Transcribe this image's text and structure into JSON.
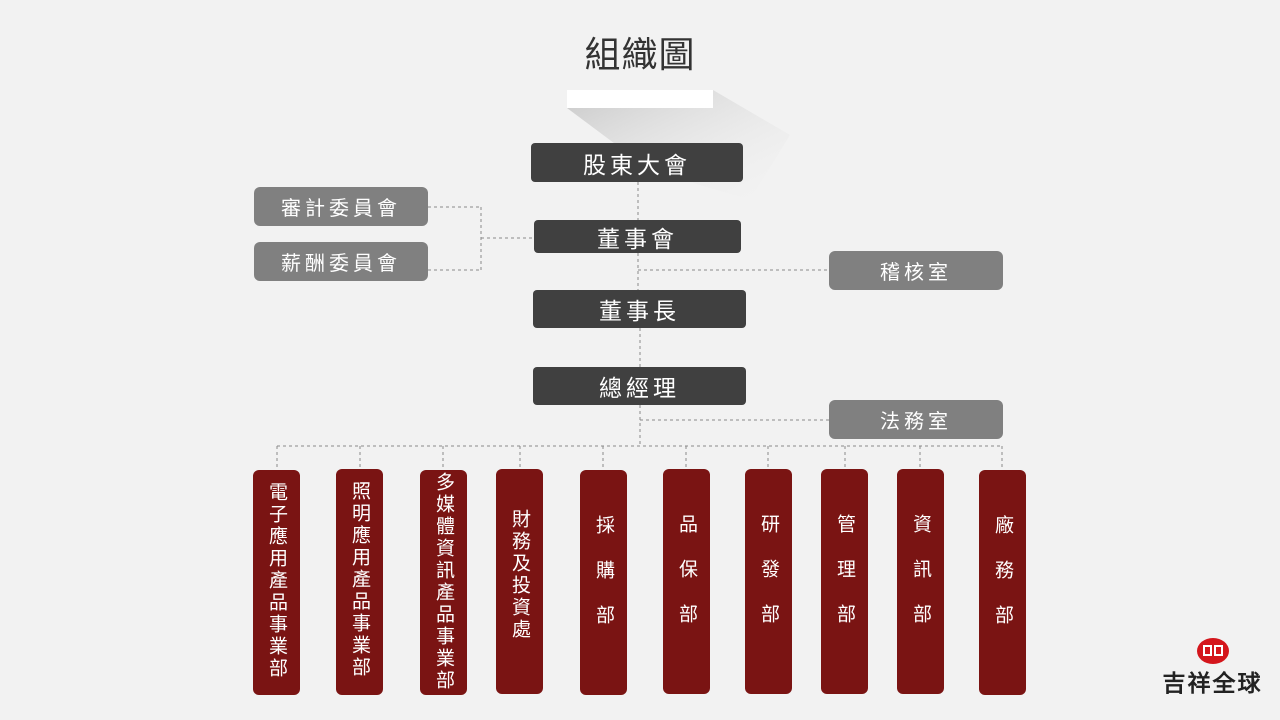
{
  "title": "組織圖",
  "nodes": {
    "shareholders": "股東大會",
    "board": "董事會",
    "chairman": "董事長",
    "gm": "總經理",
    "audit_committee": "審計委員會",
    "remuneration_committee": "薪酬委員會",
    "internal_audit": "稽核室",
    "legal": "法務室"
  },
  "departments": [
    "電子應用產品事業部",
    "照明應用產品事業部",
    "多媒體資訊產品事業部",
    "財務及投資處",
    "採購部",
    "品保部",
    "研發部",
    "管理部",
    "資訊部",
    "廠務部"
  ],
  "logo": {
    "text": "吉祥全球",
    "color": "#d4161c"
  },
  "colors": {
    "dark_box": "#404040",
    "gray_box": "#808080",
    "dept_box": "#7a1413",
    "background": "#f2f2f2"
  }
}
